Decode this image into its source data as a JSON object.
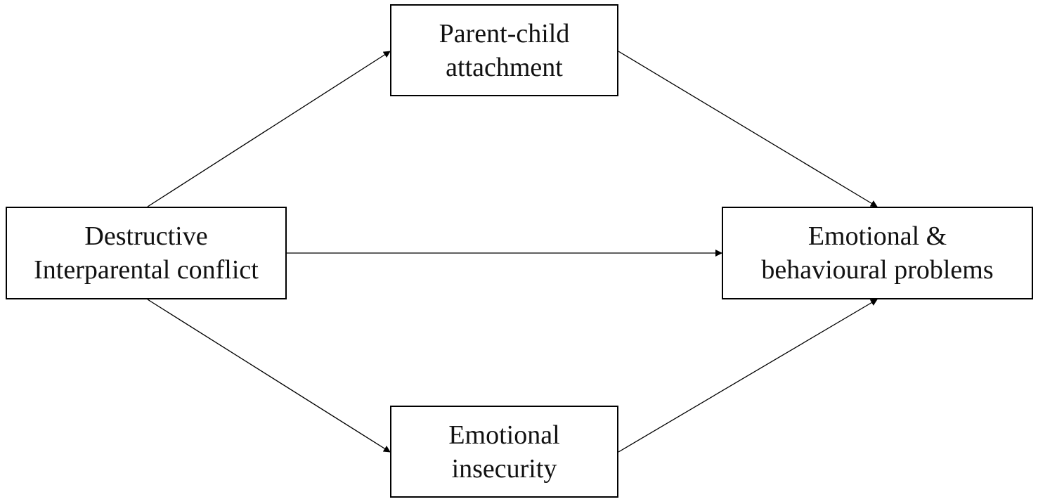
{
  "nodes": {
    "attachment": {
      "line1": "Parent-child",
      "line2": "attachment"
    },
    "conflict": {
      "line1": "Destructive",
      "line2": "Interparental conflict"
    },
    "problems": {
      "line1": "Emotional &",
      "line2": "behavioural problems"
    },
    "insecurity": {
      "line1": "Emotional",
      "line2": "insecurity"
    }
  },
  "edges": [
    {
      "from": "Destructive Interparental conflict",
      "to": "Parent-child attachment"
    },
    {
      "from": "Destructive Interparental conflict",
      "to": "Emotional & behavioural problems"
    },
    {
      "from": "Destructive Interparental conflict",
      "to": "Emotional insecurity"
    },
    {
      "from": "Parent-child attachment",
      "to": "Emotional & behavioural problems"
    },
    {
      "from": "Emotional insecurity",
      "to": "Emotional & behavioural problems"
    }
  ],
  "colors": {
    "stroke": "#000000",
    "text": "#111111",
    "background": "#ffffff"
  }
}
